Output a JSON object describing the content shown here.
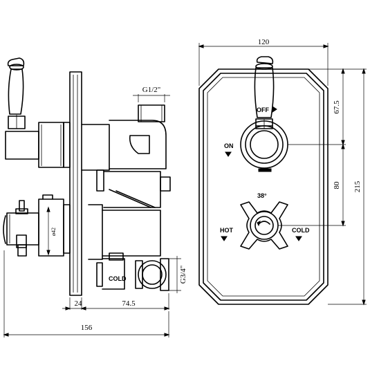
{
  "dimensions": {
    "width_total": "156",
    "width_24": "24",
    "width_74_5": "74.5",
    "front_width": "120",
    "height_67_5": "67.5",
    "height_80": "80",
    "height_215": "215",
    "diameter_42": "ø42",
    "inlet_top": "G1/2\"",
    "inlet_bottom": "G3/4\""
  },
  "labels": {
    "off": "OFF",
    "on": "ON",
    "temp": "38°",
    "hot": "HOT",
    "cold_front": "COLD",
    "cold_side": "COLD"
  }
}
